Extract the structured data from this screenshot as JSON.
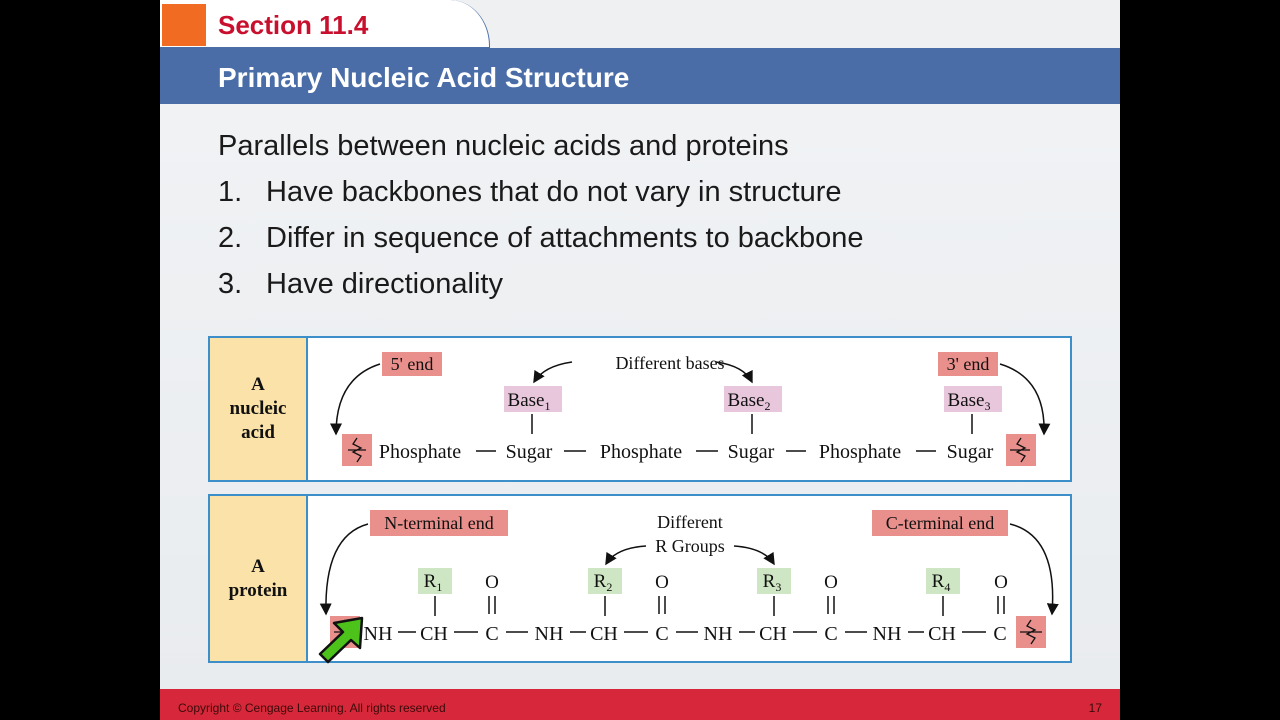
{
  "header": {
    "section": "Section 11.4",
    "title": "Primary Nucleic Acid Structure"
  },
  "content": {
    "intro": "Parallels between nucleic acids and proteins",
    "items": [
      {
        "num": "1.",
        "text": "Have backbones that do not vary in structure"
      },
      {
        "num": "2.",
        "text": "Differ in sequence of attachments to backbone"
      },
      {
        "num": "3.",
        "text": "Have directionality"
      }
    ]
  },
  "figure": {
    "nucleic": {
      "label_line1": "A",
      "label_line2": "nucleic",
      "label_line3": "acid",
      "five_end": "5' end",
      "three_end": "3' end",
      "different_bases": "Different bases",
      "bases": [
        "Base",
        "Base",
        "Base"
      ],
      "base_subs": [
        "1",
        "2",
        "3"
      ],
      "backbone": [
        "Phosphate",
        "Sugar",
        "Phosphate",
        "Sugar",
        "Phosphate",
        "Sugar"
      ]
    },
    "protein": {
      "label_line1": "A",
      "label_line2": "protein",
      "n_term": "N-terminal end",
      "c_term": "C-terminal end",
      "different_line1": "Different",
      "different_line2": "R Groups",
      "r_groups": [
        "R",
        "R",
        "R",
        "R"
      ],
      "r_subs": [
        "1",
        "2",
        "3",
        "4"
      ],
      "chain": [
        "NH",
        "CH",
        "C",
        "NH",
        "CH",
        "C",
        "NH",
        "CH",
        "C",
        "NH",
        "CH",
        "C"
      ],
      "carbonyl": "O"
    },
    "colors": {
      "end_box": "#e98f8c",
      "base_box": "#e8c6dc",
      "r_box": "#cfe6c4",
      "label_bg": "#fbe2a9",
      "border": "#3c8fc8"
    }
  },
  "footer": {
    "copyright": "Copyright © Cengage Learning. All rights reserved",
    "page": "17"
  },
  "cursor": {
    "icon": "green-arrow-cursor-icon"
  }
}
